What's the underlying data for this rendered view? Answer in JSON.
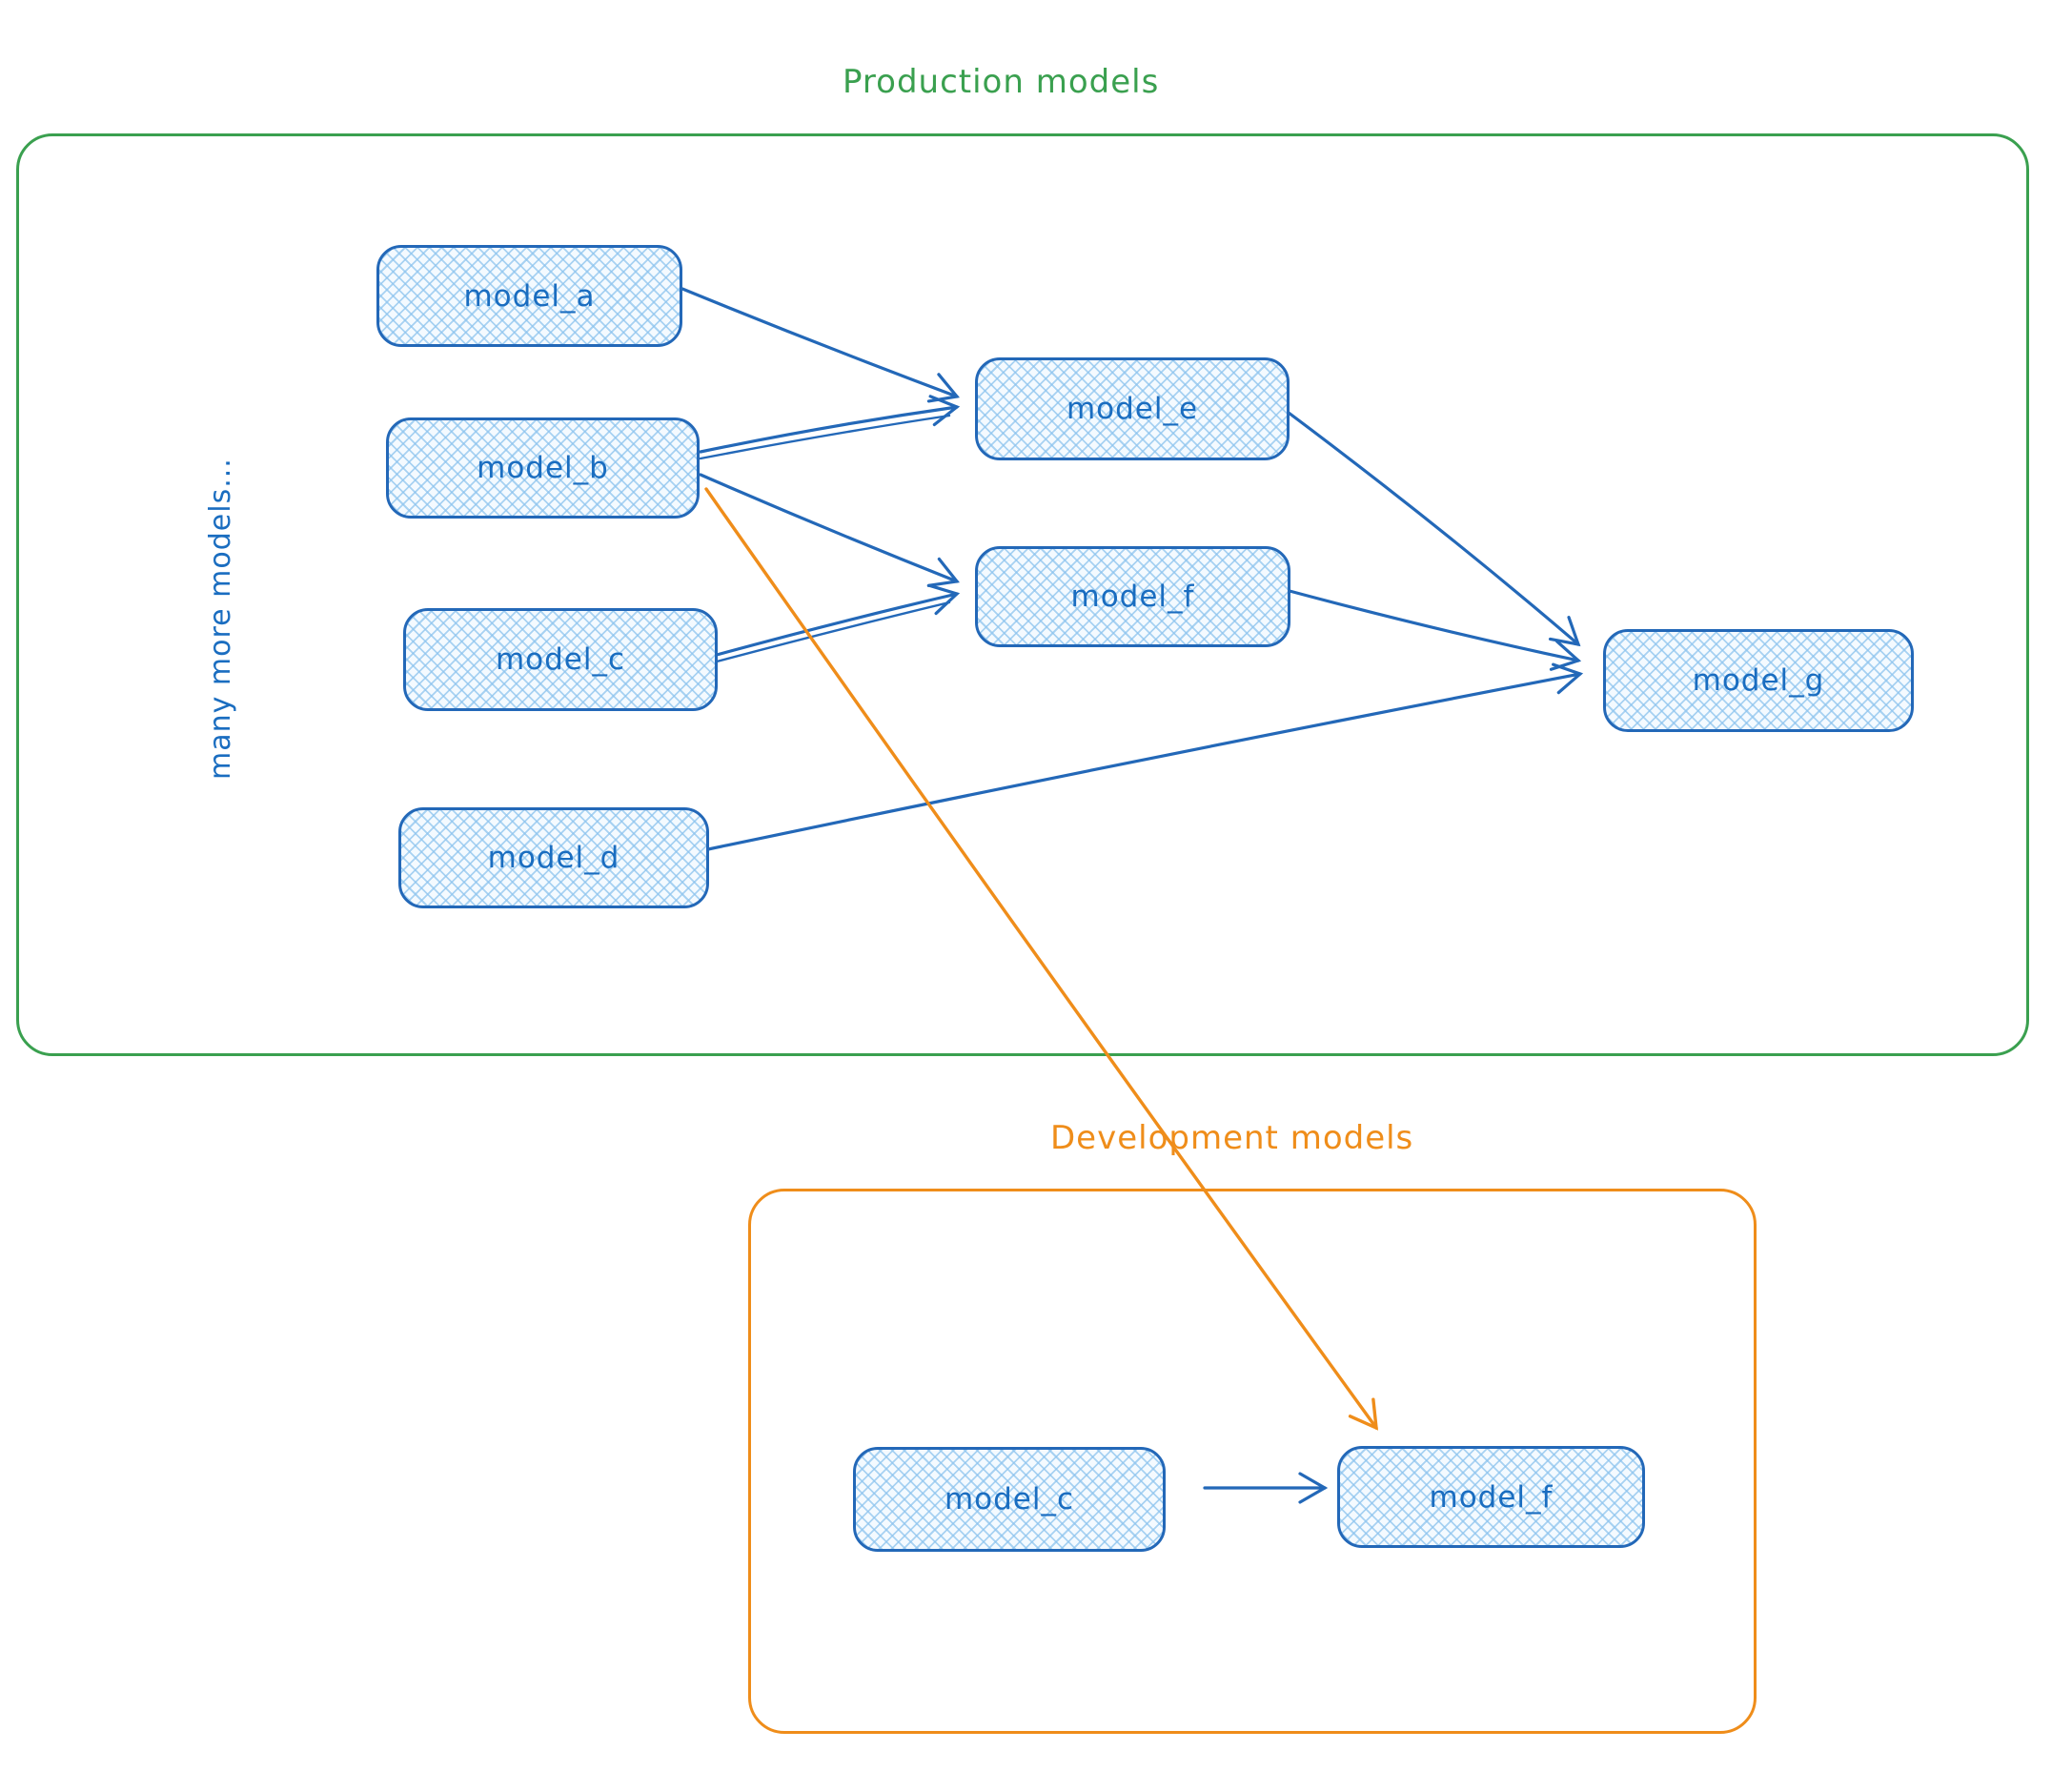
{
  "colors": {
    "node_stroke": "#2368b8",
    "node_text": "#1a6dc0",
    "node_fill_hatch": "#8ec4ee",
    "production_accent": "#3aa04f",
    "development_accent": "#ef8d1a"
  },
  "production": {
    "title": "Production models",
    "side_note": "many more models...",
    "nodes": [
      {
        "label": "model_a"
      },
      {
        "label": "model_b"
      },
      {
        "label": "model_c"
      },
      {
        "label": "model_d"
      },
      {
        "label": "model_e"
      },
      {
        "label": "model_f"
      },
      {
        "label": "model_g"
      }
    ]
  },
  "development": {
    "title": "Development models",
    "nodes": [
      {
        "label": "model_c"
      },
      {
        "label": "model_f"
      }
    ]
  },
  "edges": [
    {
      "from": "production.model_a",
      "to": "production.model_e",
      "color": "blue"
    },
    {
      "from": "production.model_b",
      "to": "production.model_e",
      "color": "blue"
    },
    {
      "from": "production.model_b",
      "to": "production.model_f",
      "color": "blue"
    },
    {
      "from": "production.model_c",
      "to": "production.model_f",
      "color": "blue"
    },
    {
      "from": "production.model_e",
      "to": "production.model_g",
      "color": "blue"
    },
    {
      "from": "production.model_f",
      "to": "production.model_g",
      "color": "blue"
    },
    {
      "from": "production.model_d",
      "to": "production.model_g",
      "color": "blue"
    },
    {
      "from": "production.model_b",
      "to": "development.model_f",
      "color": "orange"
    },
    {
      "from": "development.model_c",
      "to": "development.model_f",
      "color": "blue"
    }
  ]
}
